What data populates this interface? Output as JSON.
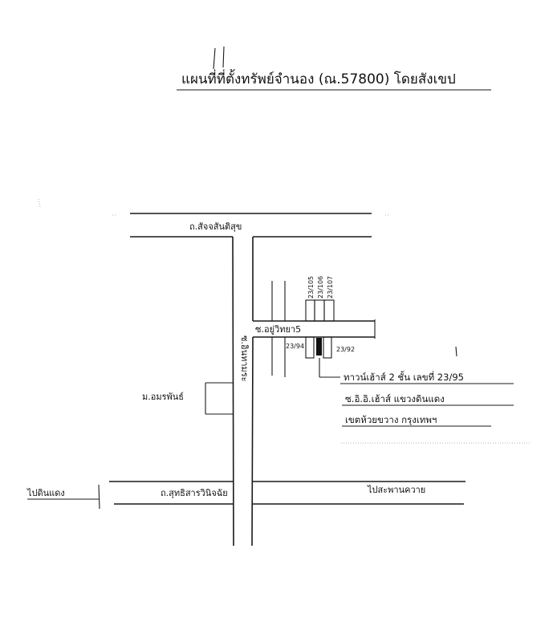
{
  "title": "แผนที่ที่ตั้งทรัพย์จำนอง (ณ.57800) โดยสังเขป",
  "roads": {
    "top_road": "ถ.สัจจสันติสุข",
    "main_vertical": "ซ.อินทามระ",
    "soi_branch": "ซ.อยู่วิทยา5",
    "left_road": "ม.อมรพันธ์",
    "bottom_road": "ถ.สุทธิสารวินิจฉัย",
    "bottom_left": "ไปดินแดง",
    "bottom_right": "ไปสะพานควาย"
  },
  "plots": {
    "p1": "23/105",
    "p2": "23/106",
    "p3": "23/107",
    "left_small": "23/94",
    "right_small": "23/92"
  },
  "address": {
    "line1": "ทาวน์เฮ้าส์ 2 ชั้น เลขที่ 23/95",
    "line2": "ซ.อิ.อิ.เฮ้าส์ แขวงดินแดง",
    "line3": "เขตห้วยขวาง กรุงเทพฯ"
  },
  "colors": {
    "ink": "#111111",
    "paper": "#ffffff"
  }
}
